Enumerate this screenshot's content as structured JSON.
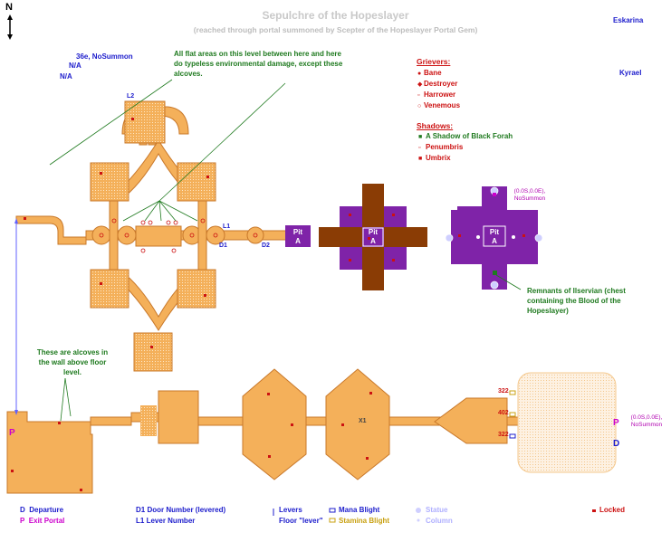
{
  "header": {
    "title": "Sepulchre of the Hopeslayer",
    "subtitle": "(reached through portal summoned by Scepter of the Hopeslayer Portal Gem)",
    "north": "N"
  },
  "npcs": {
    "eskarina": "Eskarina",
    "kyrael": "Kyrael",
    "coords_top": "36e, NoSummon",
    "na1": "N/A",
    "na2": "N/A"
  },
  "annotations": {
    "flat_areas": "All flat areas on this level between here and here do typeless environmental damage, except these alcoves.",
    "alcoves": "These are alcoves in the wall above floor level.",
    "remnants": "Remnants of Ilservian (chest containing the Blood of the Hopeslayer)",
    "coords_right": "(0.0S,0.0E), NoSummon",
    "coords_small": "(0.0S,0.0E), NoSummon",
    "coords_exit": "(0.0S,0.0E), NoSummon"
  },
  "griever_legend": {
    "title": "Grievers:",
    "items": [
      "Bane",
      "Destroyer",
      "Harrower",
      "Venemous"
    ]
  },
  "shadow_legend": {
    "title": "Shadows:",
    "items": [
      "A Shadow of Black Forah",
      "Penumbris",
      "Umbrix"
    ]
  },
  "map_labels": {
    "l1": "L1",
    "l2": "L2",
    "d1": "D1",
    "d2": "D2",
    "pit": "Pit",
    "pit_sub": "A",
    "x1": "X1",
    "n322a": "322",
    "n402": "402",
    "n322b": "322",
    "exit_p": "P",
    "exit_d": "D"
  },
  "bottom_legend": {
    "departure_sym": "D",
    "departure": "Departure",
    "exit_sym": "P",
    "exit": "Exit Portal",
    "door_sym": "D1",
    "door": "Door Number (levered)",
    "lever_sym": "L1",
    "lever": "Lever Number",
    "levers": "Levers",
    "floor": "Floor \"lever\"",
    "mana": "Mana Blight",
    "stamina": "Stamina Blight",
    "statue": "Statue",
    "column": "Column",
    "locked": "Locked"
  },
  "colors": {
    "floor": "#f4b05a",
    "floor_light": "#fbe3c0",
    "purple": "#7f23a8",
    "brown": "#8a3c05",
    "red": "#cc1111",
    "green": "#1f7a1f",
    "blue": "#1c1ccc",
    "magenta": "#cc00cc"
  }
}
